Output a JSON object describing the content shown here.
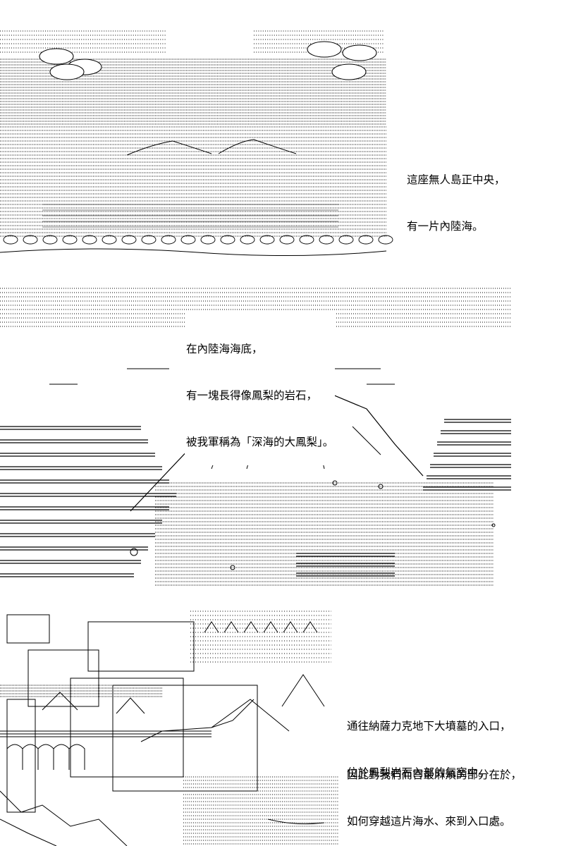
{
  "captions": {
    "top": {
      "lines": [
        "這座無人島正中央，",
        "有一片內陸海。"
      ]
    },
    "middle": {
      "lines": [
        "在內陸海海底，",
        "有一塊長得像鳳梨的岩石，",
        "被我軍稱為「深海的大鳳梨」。"
      ]
    },
    "bottom_a": {
      "lines": [
        "通往納薩力克地下大墳墓的入口，",
        "位於鳳梨岩石內部的氣室中。"
      ]
    },
    "bottom_b": {
      "lines": [
        "因此對我們而言最麻煩的部分在於，",
        "如何穿越這片海水、來到入口處。"
      ]
    }
  },
  "art": {
    "stroke_color": "#000000",
    "background": "#ffffff"
  }
}
